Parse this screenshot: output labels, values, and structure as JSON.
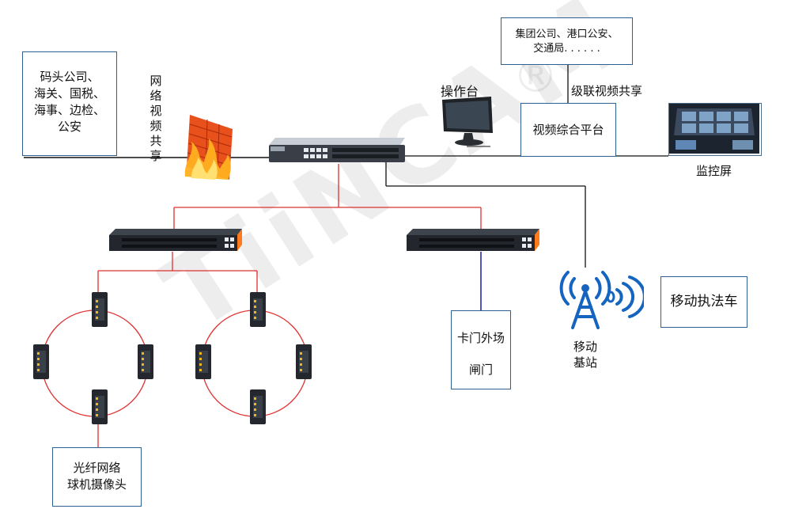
{
  "watermark": "TiiNCAM",
  "watermark_mark": "®",
  "left_box": {
    "lines": [
      "码头公司、",
      "海关、国税、",
      "海事、边检、",
      "公安"
    ]
  },
  "vertical_label": [
    "网",
    "络",
    "视",
    "频",
    "共",
    "享"
  ],
  "top_right_box": {
    "lines": [
      "集团公司、港口公安、",
      "交通局. . . . . ."
    ]
  },
  "cascade_label": "级联视频共享",
  "console_label": "操作台",
  "platform_label": "视频综合平台",
  "monitor_wall_label": "监控屏",
  "gate_box": {
    "lines": [
      "卡门外场",
      "闸门"
    ]
  },
  "base_station_label": [
    "移动",
    "基站"
  ],
  "mobile_car_label": "移动执法车",
  "camera_box": {
    "lines": [
      "光纤网络",
      "球机摄像头"
    ]
  },
  "colors": {
    "box_border": "#2f5f8f",
    "fiber_line": "#e03030",
    "copper_line": "#1a1aa8",
    "wireless": "#1565c0",
    "switch_orange": "#ff7a1a"
  },
  "icons": [
    "firewall-icon",
    "core-switch-icon",
    "access-switch-icon",
    "industrial-switch-icon",
    "monitor-icon",
    "video-wall-icon",
    "antenna-icon"
  ]
}
